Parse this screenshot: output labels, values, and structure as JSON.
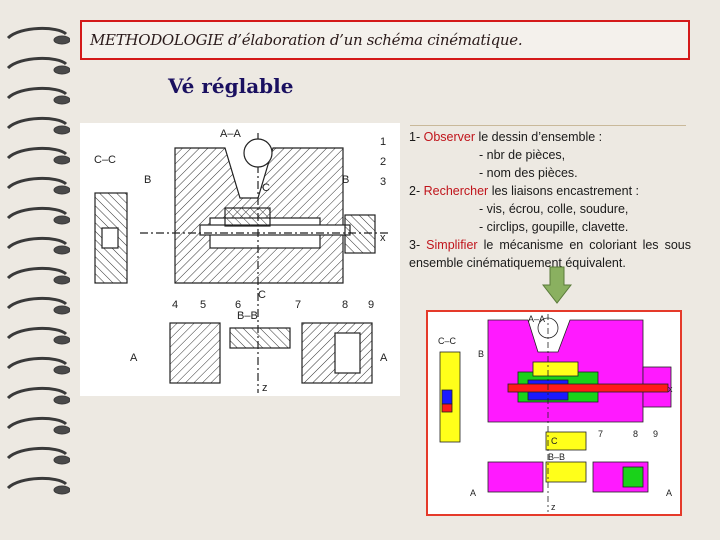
{
  "title": "METHODOLOGIE d’élaboration d’un schéma cinématique.",
  "subtitle": "Vé réglable",
  "steps": {
    "s1_num": "1- ",
    "s1_key": "Observer",
    "s1_rest": " le dessin d’ensemble :",
    "s1_a": "- nbr de pièces,",
    "s1_b": "- nom des pièces.",
    "s2_num": "2- ",
    "s2_key": "Rechercher",
    "s2_rest": " les liaisons encastrement :",
    "s2_a": "- vis, écrou, colle, soudure,",
    "s2_b": "- circlips, goupille, clavette.",
    "s3_num": "3- ",
    "s3_key": "Simplifier",
    "s3_rest": " le mécanisme en coloriant les sous ensemble cinématiquement équivalent."
  },
  "drawing1_labels": {
    "aa": "A–A",
    "cc": "C–C",
    "b_left": "B",
    "b_right": "B",
    "c_top": "C",
    "c_bottom": "C",
    "bb": "B–B",
    "a_left": "A",
    "a_right": "A",
    "n1": "1",
    "n2": "2",
    "n3": "3",
    "n4": "4",
    "n5": "5",
    "n6": "6",
    "n7": "7",
    "n8": "8",
    "n9": "9",
    "x": "x",
    "z": "z"
  },
  "drawing2_labels": {
    "aa": "A–A",
    "cc": "C–C",
    "b_left": "B",
    "c": "C",
    "bb": "B–B",
    "a_left": "A",
    "a_right": "A",
    "n7": "7",
    "n8": "8",
    "n9": "9",
    "x": "x",
    "z": "z"
  },
  "colors": {
    "frame_red": "#d41a1a",
    "keyword_red": "#c0141b",
    "subtitle_navy": "#1a1060",
    "magenta": "#ff1aff",
    "yellow": "#ffff1a",
    "green": "#1ad21a",
    "blue": "#1a1aff",
    "red_part": "#ff1a1a",
    "arrow_green": "#8ab060"
  }
}
